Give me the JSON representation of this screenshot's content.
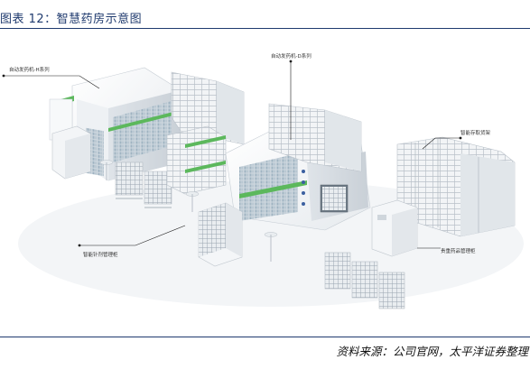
{
  "figure": {
    "title": "图表 12：智慧药房示意图",
    "source": "资料来源：公司官网，太平洋证券整理"
  },
  "labels": {
    "dispenser_h": "自动发药机-H系列",
    "dispenser_d": "自动发药机-D系列",
    "smart_storage": "智能存取货架",
    "smart_drug_cabinet": "智能针剂管理柜",
    "precious_drug_cabinet": "贵重药品管理柜"
  },
  "colors": {
    "accent_green": "#5cb85c",
    "title_blue": "#1f3a6e",
    "cabinet_face": "#f4f6f8",
    "cabinet_shadow": "#d9dee3"
  }
}
